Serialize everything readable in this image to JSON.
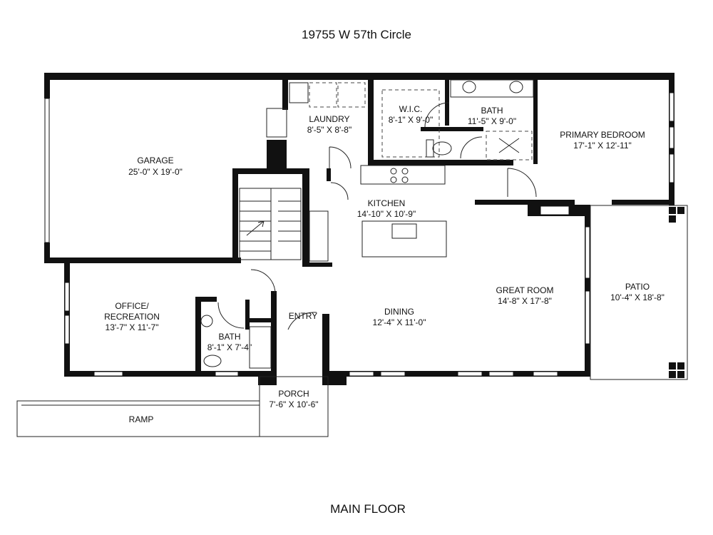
{
  "title": "19755 W 57th Circle",
  "footer": "MAIN FLOOR",
  "rooms": {
    "garage": {
      "name": "GARAGE",
      "dims": "25'-0\" X 19'-0\""
    },
    "laundry": {
      "name": "LAUNDRY",
      "dims": "8'-5\" X 8'-8\""
    },
    "wic": {
      "name": "W.I.C.",
      "dims": "8'-1\" X 9'-0\""
    },
    "bath_primary": {
      "name": "BATH",
      "dims": "11'-5\" X 9'-0\""
    },
    "primary_bedroom": {
      "name": "PRIMARY BEDROOM",
      "dims": "17'-1\" X 12'-11\""
    },
    "kitchen": {
      "name": "KITCHEN",
      "dims": "14'-10\" X 10'-9\""
    },
    "office": {
      "name1": "OFFICE/",
      "name2": "RECREATION",
      "dims": "13'-7\" X 11'-7\""
    },
    "great_room": {
      "name": "GREAT ROOM",
      "dims": "14'-8\" X 17'-8\""
    },
    "patio": {
      "name": "PATIO",
      "dims": "10'-4\" X 18'-8\""
    },
    "dining": {
      "name": "DINING",
      "dims": "12'-4\" X 11'-0\""
    },
    "entry": {
      "name": "ENTRY"
    },
    "bath_guest": {
      "name": "BATH",
      "dims": "8'-1\" X 7'-4\""
    },
    "porch": {
      "name": "PORCH",
      "dims": "7'-6\" X 10'-6\""
    },
    "ramp": {
      "name": "RAMP"
    }
  }
}
